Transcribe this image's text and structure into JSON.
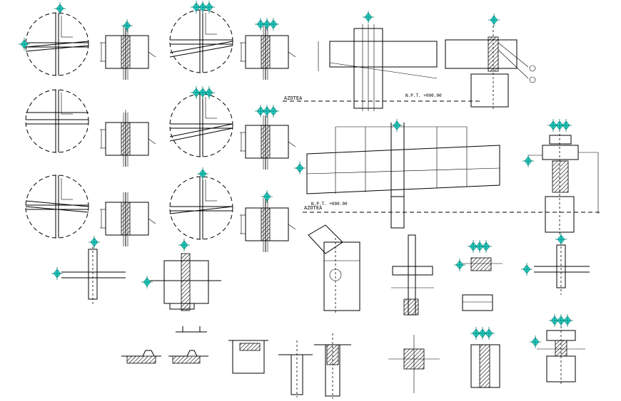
{
  "drawing": {
    "label_azotea_1": "AZOTEA",
    "label_nps_1": "N.P.T. +000.00",
    "label_azotea_2": "AZOTEA",
    "label_nps_2": "N.P.T. +000.00"
  },
  "colors": {
    "line": "#000000",
    "marker": "#2ad6c8",
    "background": "#ffffff"
  },
  "icons": {
    "marker": "cyan-diamond-north-marker-icon"
  }
}
